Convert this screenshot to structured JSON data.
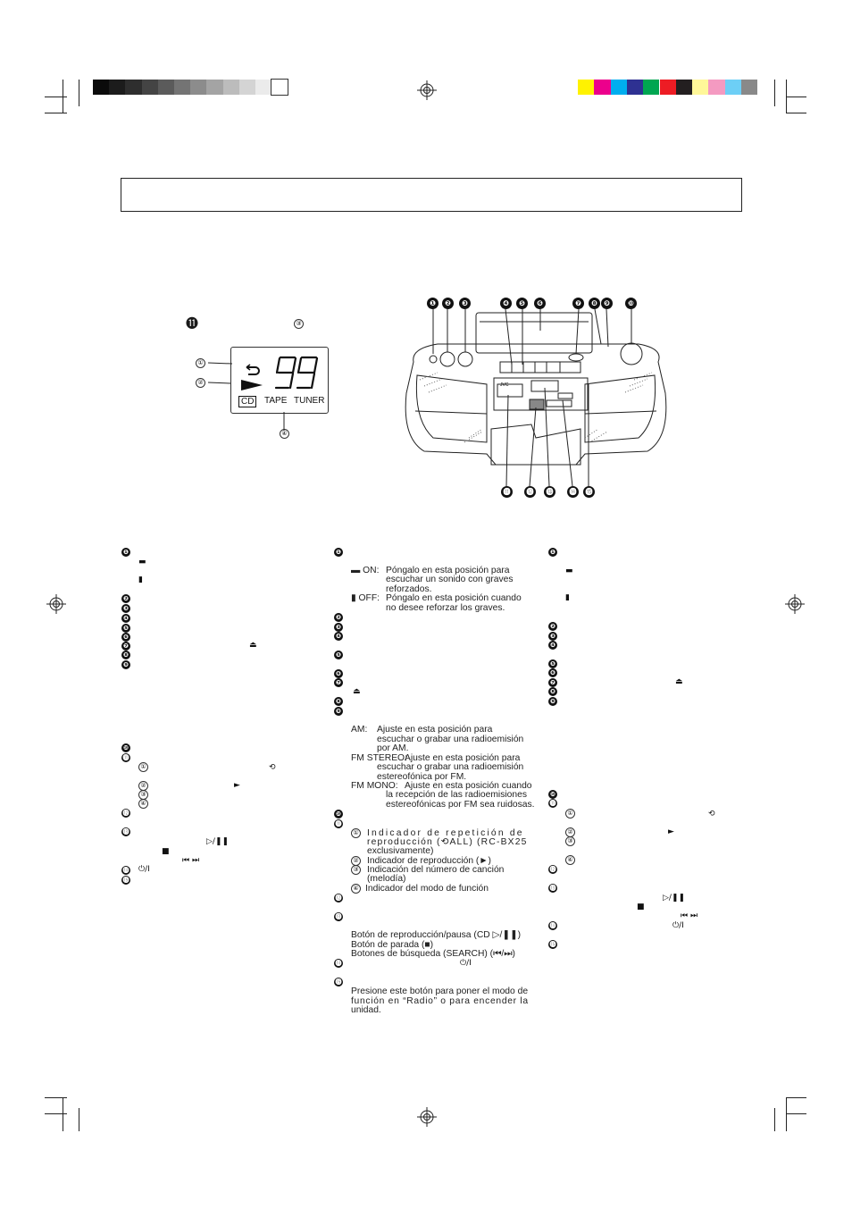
{
  "colors": {
    "grayscale_bar": [
      "#0b0b0b",
      "#1c1c1c",
      "#2e2e2e",
      "#444444",
      "#5b5b5b",
      "#747474",
      "#8c8c8c",
      "#a4a4a4",
      "#bcbcbc",
      "#d4d4d4",
      "#ebebeb",
      "#ffffff"
    ],
    "color_bar": [
      "#fff200",
      "#ec008c",
      "#00aeef",
      "#2e3192",
      "#00a651",
      "#ed1c24",
      "#231f20",
      "#fff799",
      "#f49ac1",
      "#6dcff6",
      "#898989"
    ]
  },
  "lcd": {
    "callout_number": "⓫",
    "digits": "99",
    "badge": "CD",
    "tape": "TAPE",
    "tuner": "TUNER",
    "markers": [
      "①",
      "②",
      "③",
      "④"
    ]
  },
  "device_callouts": {
    "top": [
      "❶",
      "❷",
      "❸",
      "❹",
      "❺",
      "❻",
      "❼",
      "❽",
      "❾",
      "❿"
    ],
    "bottom": [
      "⓫",
      "⓬",
      "⓭",
      "⓮",
      "⓯"
    ],
    "brand": "JVC"
  },
  "col1_icons": {
    "bass_on": "▬",
    "bass_off": "▮",
    "eject": "⏏",
    "repeat": "⟲",
    "play": "►",
    "play_pause": "▷/❚❚",
    "stop": "■",
    "skip": "⏮ ⏭",
    "power": "⏻/I"
  },
  "col2": {
    "bass_on": "▬ ON:",
    "bass_on_desc1": "Póngalo en esta posición para",
    "bass_on_desc2": "escuchar un sonido con graves",
    "bass_on_desc3": "reforzados.",
    "bass_off": "▮ OFF:",
    "bass_off_desc1": "Póngalo en esta posición cuando",
    "bass_off_desc2": "no desee reforzar los graves.",
    "eject_icon": "⏏",
    "am_label": "AM:",
    "am_desc1": "Ajuste en esta posición para",
    "am_desc2": "escuchar o grabar una radioemisión",
    "am_desc3": "por AM.",
    "fmst_label": "FM STEREO:",
    "fmst_desc1": "Ajuste en esta posición para",
    "fmst_desc2": "escuchar o grabar una radioemisión",
    "fmst_desc3": "estereofónica por FM.",
    "fmmono_label": "FM MONO:",
    "fmmono_desc1": "Ajuste en esta posición cuando",
    "fmmono_desc2": "la recepción de las radioemisiones",
    "fmmono_desc3": "estereofónicas por FM sea ruidosas.",
    "ind1_line1": "Indicador de repetición de",
    "ind1_line2": "reproducción (⟲ALL) (RC-BX25",
    "ind1_line3": "exclusivamente)",
    "ind2": "Indicador de reproducción (►)",
    "ind3_line1": "Indicación del número de canción",
    "ind3_line2": "(melodía)",
    "ind4": "Indicador del modo de función",
    "btn_play": "Botón de reproducción/pausa (CD ▷/❚❚)",
    "btn_stop": "Botón de parada (■)",
    "btn_search": "Botones de búsqueda (SEARCH) (⏮/⏭)",
    "power_icon": "⏻/I",
    "radio1": "Presione este botón para poner el modo de",
    "radio2": "función en “Radio” o para encender la",
    "radio3": "unidad."
  },
  "col3_icons": {
    "bass_on": "▬",
    "bass_off": "▮",
    "eject": "⏏",
    "repeat": "⟲",
    "play": "►",
    "play_pause": "▷/❚❚",
    "stop": "■",
    "skip": "⏮ ⏭",
    "power": "⏻/I"
  },
  "circled": [
    "①",
    "②",
    "③",
    "④"
  ],
  "bullets": [
    "❶",
    "❷",
    "❸",
    "❹",
    "❺",
    "❻",
    "❼",
    "❽",
    "❾",
    "❿",
    "⓫",
    "⓬",
    "⓭",
    "⓮",
    "⓯"
  ]
}
